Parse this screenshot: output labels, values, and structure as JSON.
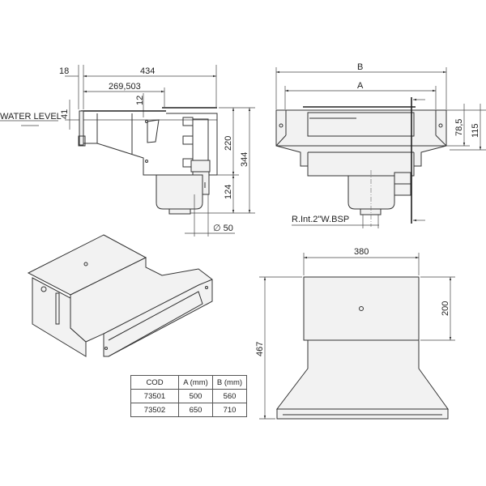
{
  "side_view": {
    "dim_overall_length": "434",
    "dim_flange": "18",
    "dim_offset": "269,503",
    "dim_lip": "12",
    "water_level_label": "WATER LEVEL",
    "dim_water_level": "41",
    "dim_body_height": "220",
    "dim_total_height": "344",
    "dim_bucket_height": "124",
    "dim_outlet_diameter": "∅ 50"
  },
  "front_view": {
    "dim_outer_width": "B",
    "dim_inner_width": "A",
    "dim_mouth_height": "78,5",
    "dim_flange_height": "115",
    "thread_label": "R.Int.2\"W.BSP"
  },
  "top_view": {
    "dim_width": "380",
    "dim_depth": "200",
    "dim_length": "467"
  },
  "spec_table": {
    "headers": [
      "COD",
      "A (mm)",
      "B (mm)"
    ],
    "rows": [
      [
        "73501",
        "500",
        "560"
      ],
      [
        "73502",
        "650",
        "710"
      ]
    ]
  }
}
